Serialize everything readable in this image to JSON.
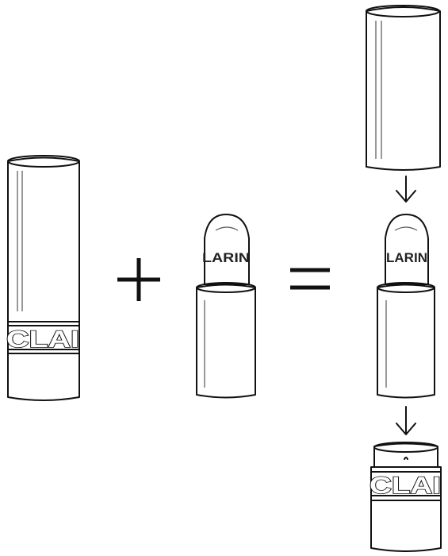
{
  "brand_band_text": "CLAI",
  "bullet_text": "LARIN",
  "operators": {
    "plus": "+",
    "equals": "="
  },
  "arrows": [
    "down-arrow",
    "down-arrow"
  ],
  "colors": {
    "line": "#111111",
    "background": "#ffffff"
  }
}
